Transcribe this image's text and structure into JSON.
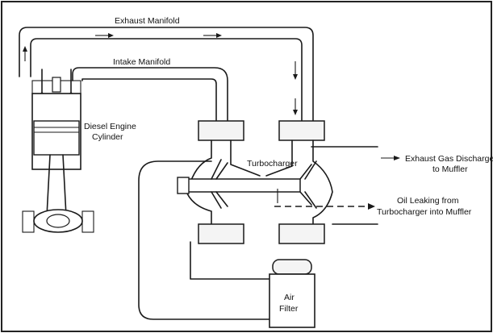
{
  "labels": {
    "exhaust_manifold": "Exhaust Manifold",
    "intake_manifold": "Intake Manifold",
    "engine_line1": "Diesel Engine",
    "engine_line2": "Cylinder",
    "turbocharger": "Turbocharger",
    "exhaust_discharge_line1": "Exhaust Gas Discharge",
    "exhaust_discharge_line2": "to Muffler",
    "oil_leak_line1": "Oil Leaking from",
    "oil_leak_line2": "Turbocharger into Muffler",
    "air_filter_line1": "Air",
    "air_filter_line2": "Filter"
  }
}
